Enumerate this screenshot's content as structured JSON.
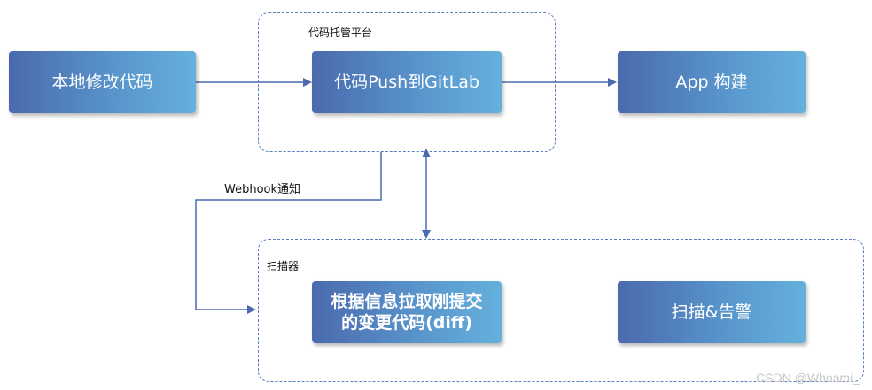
{
  "groups": {
    "hosting_platform": "代码托管平台",
    "scanner": "扫描器"
  },
  "nodes": {
    "local_edit": "本地修改代码",
    "push_gitlab": "代码Push到GitLab",
    "app_build": "App 构建",
    "pull_diff_line1": "根据信息拉取刚提交",
    "pull_diff_line2": "的变更代码(diff)",
    "scan_alert": "扫描&告警"
  },
  "edges": {
    "webhook": "Webhook通知"
  },
  "watermark": "CSDN @Whoami_",
  "colors": {
    "connector": "#4a6aad",
    "group_border": "#5a7fc0",
    "box_start": "#4a6aad",
    "box_end": "#65b0dc"
  }
}
